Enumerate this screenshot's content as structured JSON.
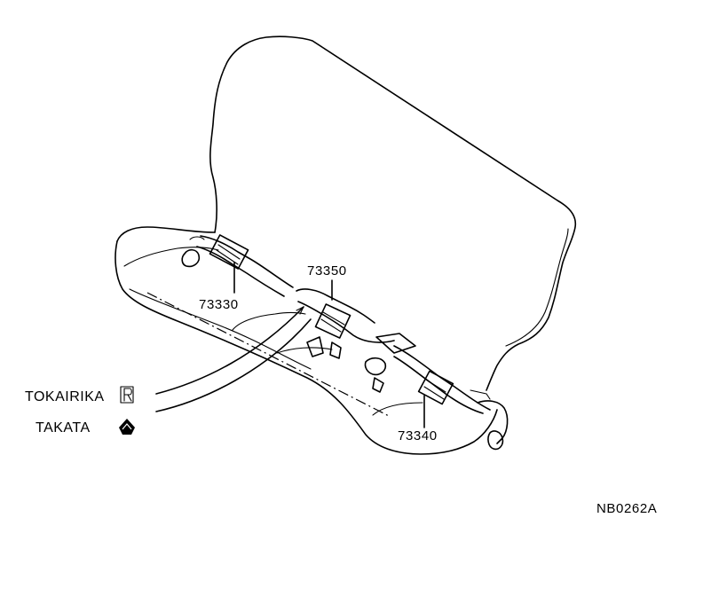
{
  "parts": {
    "left_belt": "73330",
    "center_belt": "73350",
    "right_belt": "73340"
  },
  "legend": {
    "tokairika": "TOKAIRIKA",
    "takata": "TAKATA"
  },
  "figure_id": "NB0262A"
}
